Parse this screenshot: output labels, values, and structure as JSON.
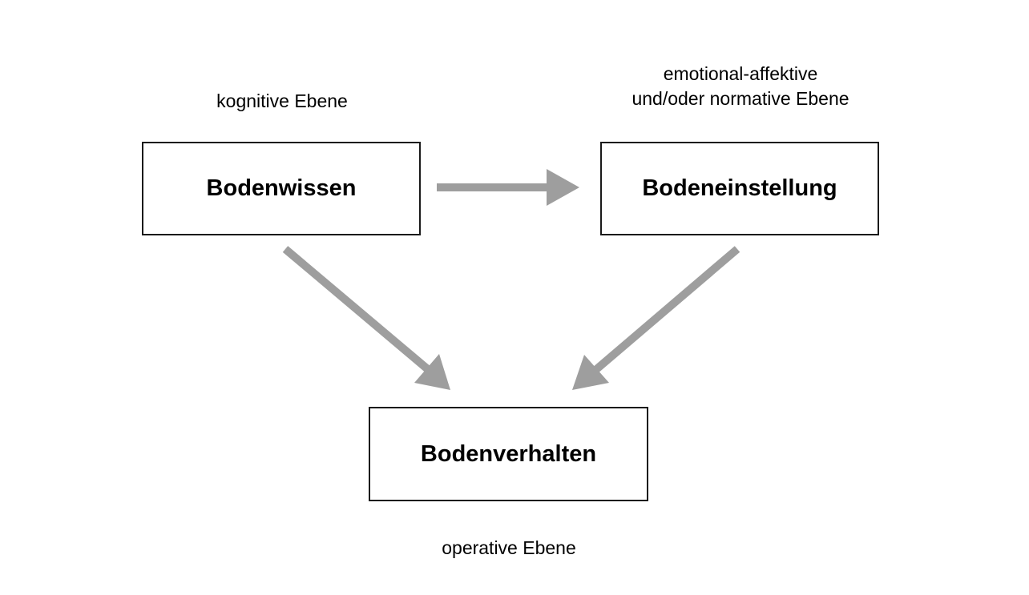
{
  "levels": {
    "cognitive": "kognitive Ebene",
    "emotional_line1": "emotional-affektive",
    "emotional_line2": "und/oder normative Ebene",
    "operative": "operative Ebene"
  },
  "boxes": {
    "knowledge": "Bodenwissen",
    "attitude": "Bodeneinstellung",
    "behavior": "Bodenverhalten"
  },
  "colors": {
    "arrow": "#9e9e9e",
    "box_border": "#1a1a1a",
    "text": "#000000"
  }
}
